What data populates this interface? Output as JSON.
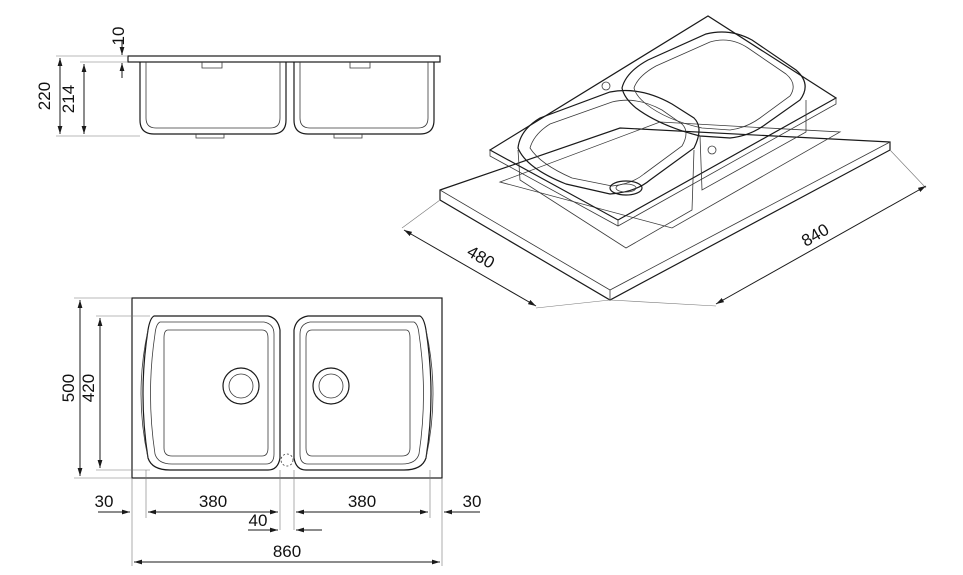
{
  "side_view": {
    "dims": {
      "rim_thickness": "10",
      "overall_height": "220",
      "bowl_depth": "214"
    }
  },
  "iso_view": {
    "dims": {
      "depth": "480",
      "length": "840"
    }
  },
  "top_view": {
    "dims": {
      "overall_height": "500",
      "bowl_height": "420",
      "left_margin": "30",
      "left_bowl": "380",
      "right_bowl": "380",
      "right_margin": "30",
      "divider": "40",
      "overall_width": "860"
    }
  },
  "colors": {
    "line": "#1a1a1a",
    "background": "#ffffff"
  }
}
